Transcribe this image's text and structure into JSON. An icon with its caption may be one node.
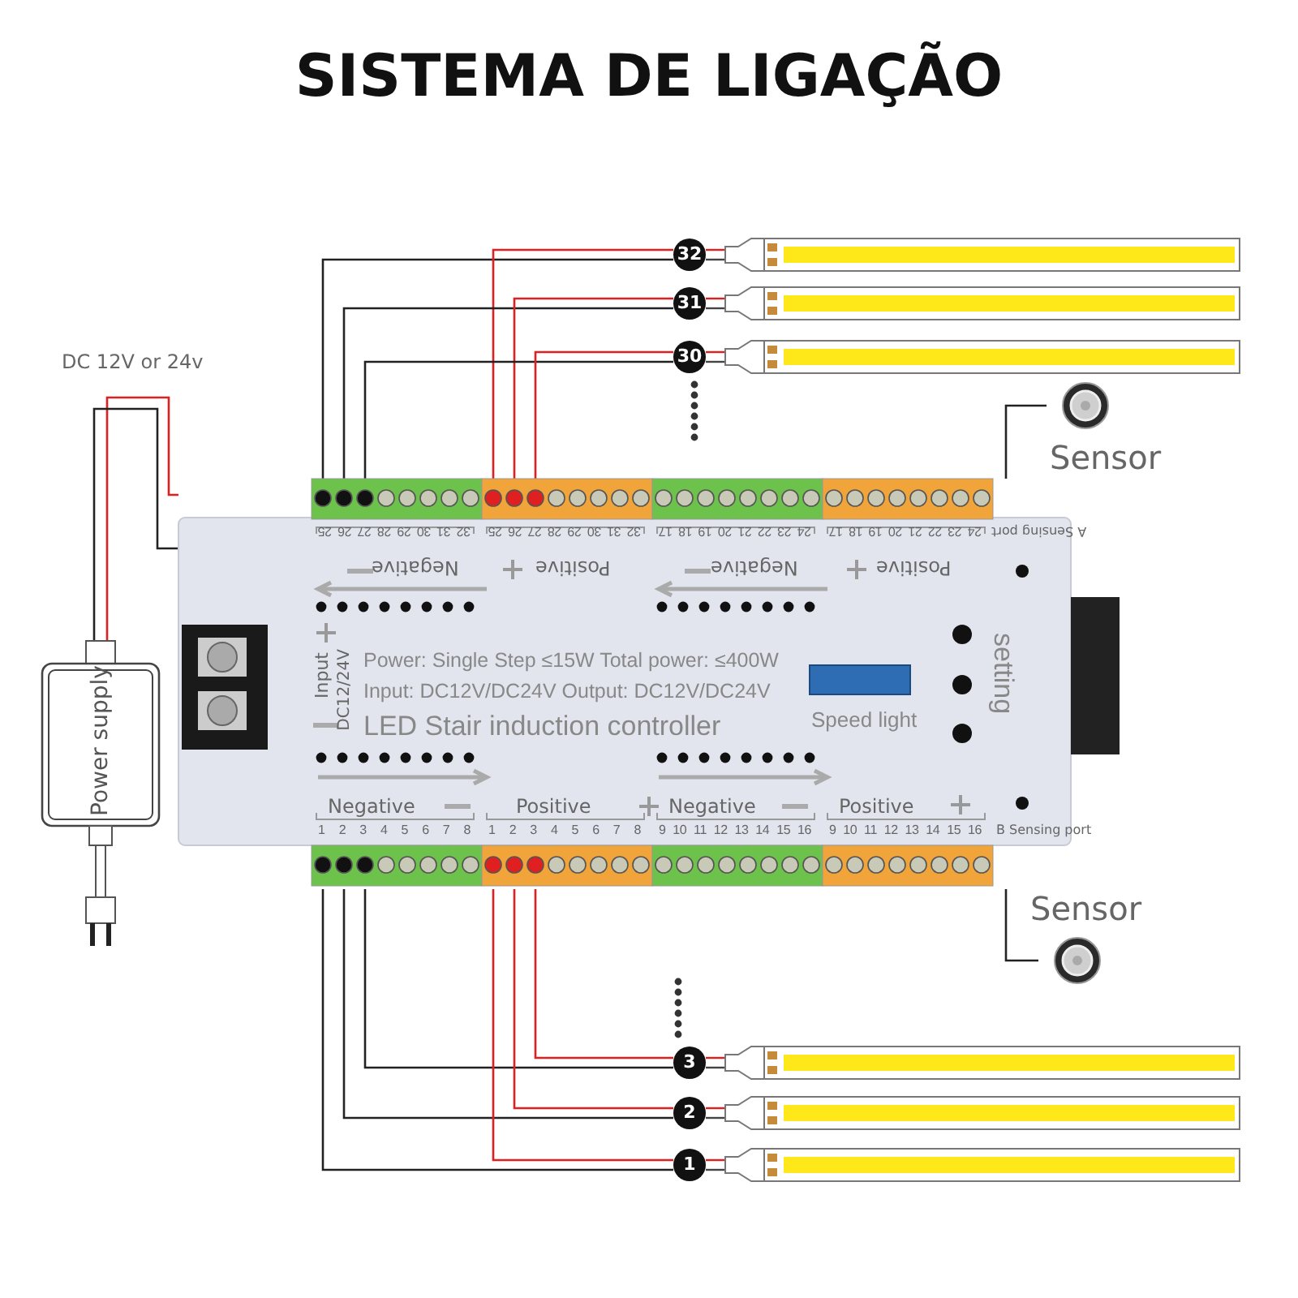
{
  "diagram": {
    "title": "SISTEMA DE LIGAÇÃO",
    "nodes": [
      {
        "text": [
          "32"
        ]
      },
      {
        "text": [
          "31"
        ]
      },
      {
        "text": [
          "30"
        ]
      },
      {
        "text": [
          "Sensor"
        ]
      },
      {
        "text": [
          "Power supply"
        ]
      },
      {
        "text": [
          "Power: Single Step ≤15W Total power: ≤400W",
          "Input: DC12V/DC24V Output: DC12V/DC24V",
          "LED Stair induction controller",
          "Speed light",
          "setting"
        ]
      },
      {
        "text": [
          "Sensor"
        ]
      },
      {
        "text": [
          "3"
        ]
      },
      {
        "text": [
          "2"
        ]
      },
      {
        "text": [
          "1"
        ]
      }
    ],
    "edges": [
      {
        "from": 4,
        "to": 5,
        "arrow": "none",
        "color": "#e02020"
      },
      {
        "from": 4,
        "to": 5,
        "arrow": "none"
      },
      {
        "from": 5,
        "to": 3,
        "arrow": "none"
      },
      {
        "from": 5,
        "to": 6,
        "arrow": "none"
      },
      {
        "from": 5,
        "to": 0,
        "arrow": "none"
      },
      {
        "from": 5,
        "to": 0,
        "arrow": "none",
        "color": "#e02020"
      },
      {
        "from": 5,
        "to": 1,
        "arrow": "none"
      },
      {
        "from": 5,
        "to": 1,
        "arrow": "none",
        "color": "#e02020"
      },
      {
        "from": 5,
        "to": 2,
        "arrow": "none"
      },
      {
        "from": 5,
        "to": 2,
        "arrow": "none",
        "color": "#e02020"
      },
      {
        "from": 5,
        "to": 7,
        "arrow": "none"
      },
      {
        "from": 5,
        "to": 7,
        "arrow": "none",
        "color": "#e02020"
      },
      {
        "from": 5,
        "to": 8,
        "arrow": "none"
      },
      {
        "from": 5,
        "to": 8,
        "arrow": "none",
        "color": "#e02020"
      },
      {
        "from": 5,
        "to": 9,
        "arrow": "none"
      },
      {
        "from": 5,
        "to": 9,
        "arrow": "none",
        "color": "#e02020"
      }
    ],
    "labels": [
      "DC 12V or 24v",
      "32 31 30 29 28 27 26 25",
      "32 31 30 29 28 27 26 25",
      "24 23 22 21 20 19 18 17",
      "24 23 22 21 20 19 18 17",
      "A Sensing port",
      "Negative",
      "Positive",
      "Negative",
      "Positive",
      "Input",
      "DC12/24V",
      "Negative",
      "Positive",
      "Negative",
      "Positive",
      "1 2 3 4 5 6 7 8",
      "1 2 3 4 5 6 7 8",
      "9 10 11 12 13 14 15 16",
      "9 10 11 12 13 14 15 16",
      "B Sensing port"
    ]
  }
}
